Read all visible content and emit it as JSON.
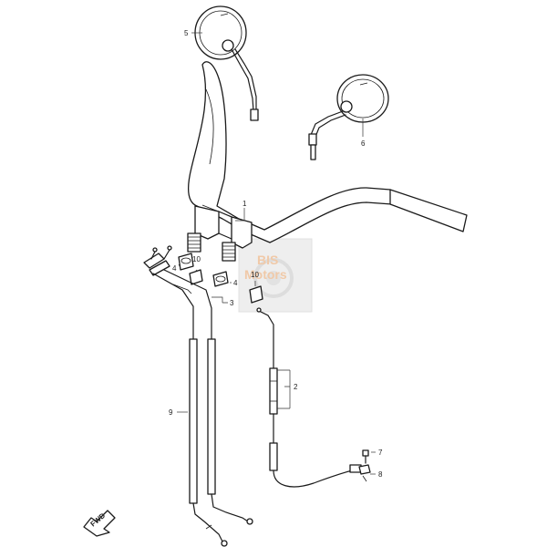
{
  "labels": {
    "p1": "1",
    "p2": "2",
    "p3": "3",
    "p4a": "4",
    "p4b": "4",
    "p5": "5",
    "p6": "6",
    "p7": "7",
    "p8": "8",
    "p9": "9",
    "p10a": "10",
    "p10b": "10"
  },
  "watermark": {
    "line1": "BIS",
    "line2": "Motors"
  },
  "fwd": "FWD"
}
